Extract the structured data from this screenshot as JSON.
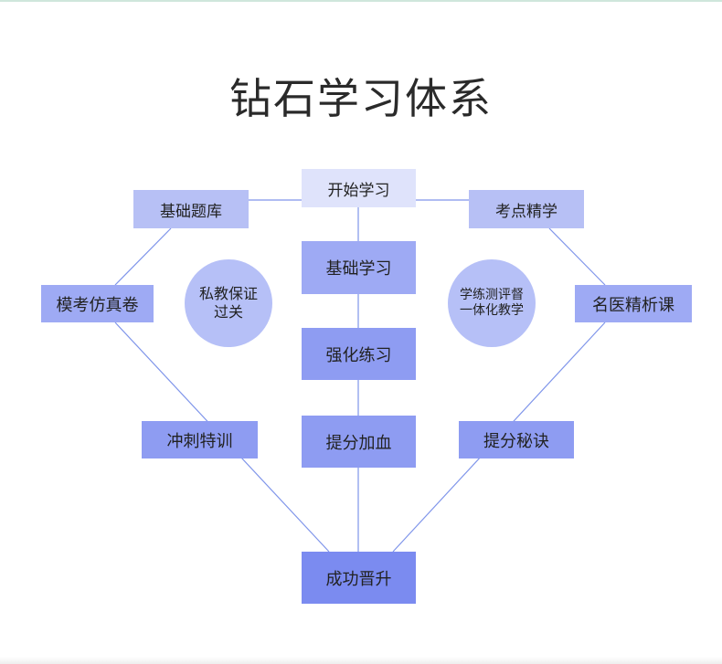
{
  "title": "钻石学习体系",
  "center_column": [
    "开始学习",
    "基础学习",
    "强化练习",
    "提分加血",
    "成功晋升"
  ],
  "left_column": [
    "基础题库",
    "模考仿真卷",
    "冲刺特训"
  ],
  "right_column": [
    "考点精学",
    "名医精析课",
    "提分秘诀"
  ],
  "left_circle": [
    "私教保证",
    "过关"
  ],
  "right_circle": [
    "学练测评督",
    "一体化教学"
  ],
  "colors": {
    "line": "#7f95ea",
    "title": "#2a2a2a",
    "level1": "#dfe3fb",
    "level2": "#b7c0f5",
    "level3": "#9eaaf4",
    "level4": "#8e9cf2",
    "level5": "#7b8bf0",
    "circle": "#b6c0f7"
  }
}
